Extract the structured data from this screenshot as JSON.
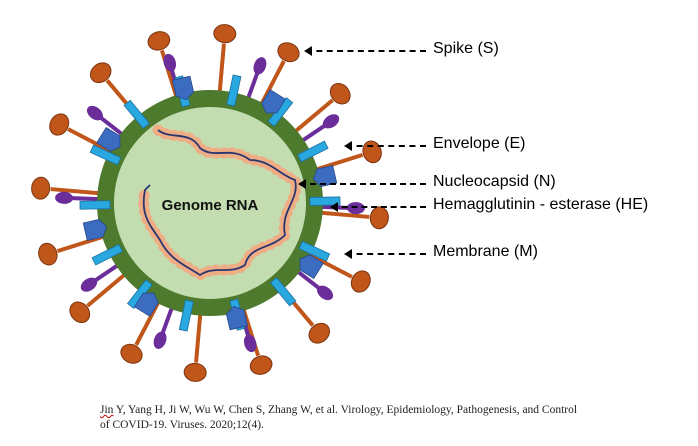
{
  "diagram": {
    "center_label": "Genome RNA",
    "labels": [
      {
        "id": "spike",
        "text": "Spike (S)"
      },
      {
        "id": "envelope",
        "text": "Envelope (E)"
      },
      {
        "id": "nucleocapsid",
        "text": "Nucleocapsid (N)"
      },
      {
        "id": "he",
        "text": "Hemagglutinin - esterase (HE)"
      },
      {
        "id": "membrane",
        "text": "Membrane (M)"
      }
    ],
    "colors": {
      "envelope_ring": "#4e7a2e",
      "interior": "#c3ddb0",
      "spike": "#c0561a",
      "he": "#6a2d99",
      "membrane": "#29a8e0",
      "envelope_protein": "#3b6cc0",
      "nucleocapsid": "#f4a781",
      "rna": "#2a3670"
    }
  },
  "citation": {
    "first_word": "Jin",
    "rest": " Y, Yang H, Ji W, Wu W, Chen S, Zhang W, et al. Virology, Epidemiology, Pathogenesis, and Control of COVID-19. Viruses. 2020;12(4)."
  }
}
